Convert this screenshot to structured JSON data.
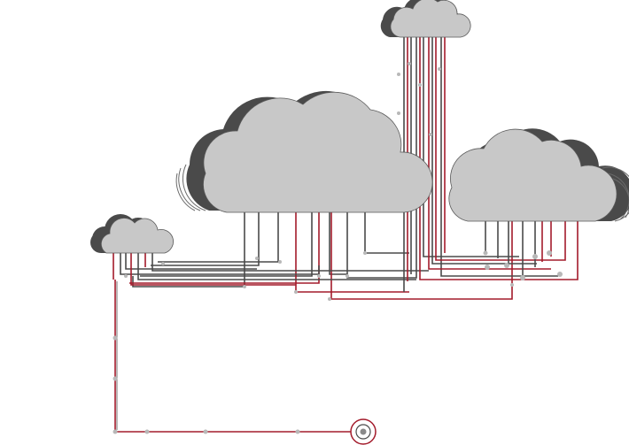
{
  "illustration": {
    "clouds": [
      {
        "id": "cloud-small-left",
        "label": ""
      },
      {
        "id": "cloud-large-center",
        "label": ""
      },
      {
        "id": "cloud-top",
        "label": ""
      },
      {
        "id": "cloud-right",
        "label": ""
      }
    ],
    "colors": {
      "cloud_front": "#c8c8c8",
      "cloud_shadow": "#4a4a4a",
      "wire_dark": "#4a4a4a",
      "wire_red": "#a31b2b",
      "node": "#b8b8b8",
      "background": "#ffffff"
    },
    "endpoint": {
      "name": "target-node",
      "label": ""
    }
  }
}
